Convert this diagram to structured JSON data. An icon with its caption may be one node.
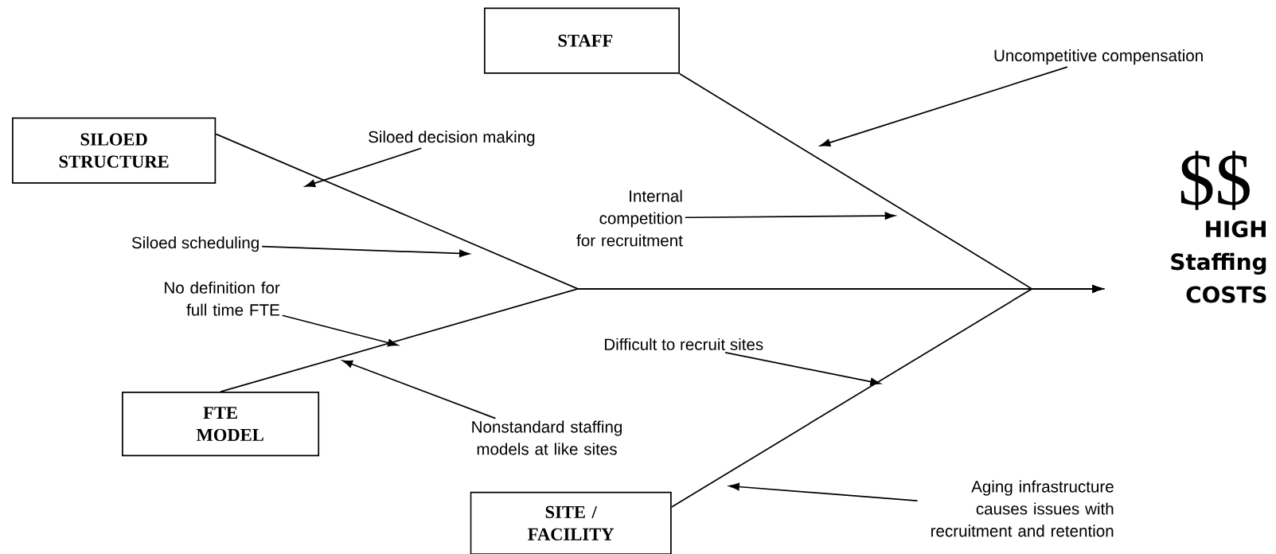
{
  "diagram": {
    "nodes": [
      {
        "text": [
          "STAFF"
        ]
      },
      {
        "text": [
          "SILOED STRUCTURE"
        ]
      },
      {
        "text": [
          "FTE MODEL"
        ]
      },
      {
        "text": [
          "SITE / FACILITY"
        ]
      },
      {
        "text": [
          "$$",
          "HIGH Staffing COSTS"
        ]
      },
      {
        "text": [
          "Uncompetitive compensation"
        ]
      },
      {
        "text": [
          "Siloed decision making"
        ]
      },
      {
        "text": [
          "Internal competition for recruitment"
        ]
      },
      {
        "text": [
          "Siloed scheduling"
        ]
      },
      {
        "text": [
          "No definition for full time FTE"
        ]
      },
      {
        "text": [
          "Nonstandard staffing models at like sites"
        ]
      },
      {
        "text": [
          "Difficult to recruit sites"
        ]
      },
      {
        "text": [
          "Aging infrastructure causes issues with recruitment and retention"
        ]
      }
    ],
    "edges": [
      {
        "from": 0,
        "to": 4,
        "arrow": "to"
      },
      {
        "from": 1,
        "to": 4,
        "arrow": "to"
      },
      {
        "from": 2,
        "to": 4,
        "arrow": "to"
      },
      {
        "from": 3,
        "to": 4,
        "arrow": "to"
      },
      {
        "from": 5,
        "to": null,
        "arrow": "to"
      },
      {
        "from": 6,
        "to": null,
        "arrow": "to"
      },
      {
        "from": 7,
        "to": null,
        "arrow": "to"
      },
      {
        "from": 8,
        "to": null,
        "arrow": "to"
      },
      {
        "from": 9,
        "to": null,
        "arrow": "to"
      },
      {
        "from": 10,
        "to": null,
        "arrow": "to"
      },
      {
        "from": 11,
        "to": null,
        "arrow": "to"
      },
      {
        "from": 12,
        "to": null,
        "arrow": "to"
      }
    ]
  }
}
